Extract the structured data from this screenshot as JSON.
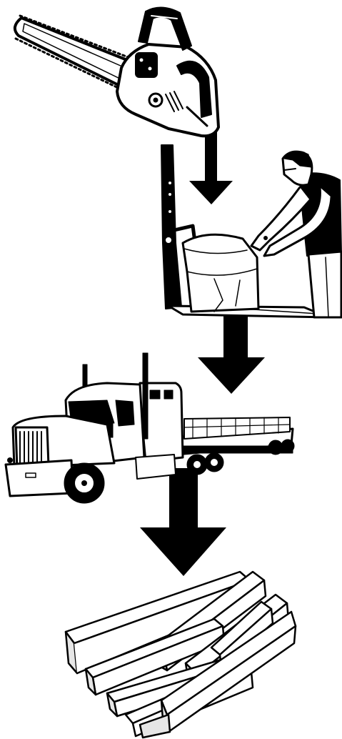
{
  "diagram": {
    "type": "process-flow",
    "direction": "top-to-bottom",
    "colors": {
      "ink": "#000000",
      "paper": "#ffffff",
      "shade": "#e6e6e6"
    },
    "steps": [
      {
        "id": "cut",
        "icon": "chainsaw-icon"
      },
      {
        "id": "haul",
        "icon": "worker-with-pallet-jack-icon"
      },
      {
        "id": "ship",
        "icon": "flatbed-semi-truck-icon"
      },
      {
        "id": "lumber",
        "icon": "stacked-lumber-boards-icon"
      }
    ],
    "connectors": [
      {
        "from": "cut",
        "to": "haul",
        "icon": "arrow-down-icon"
      },
      {
        "from": "haul",
        "to": "ship",
        "icon": "arrow-down-icon"
      },
      {
        "from": "ship",
        "to": "lumber",
        "icon": "arrow-down-icon"
      }
    ]
  }
}
